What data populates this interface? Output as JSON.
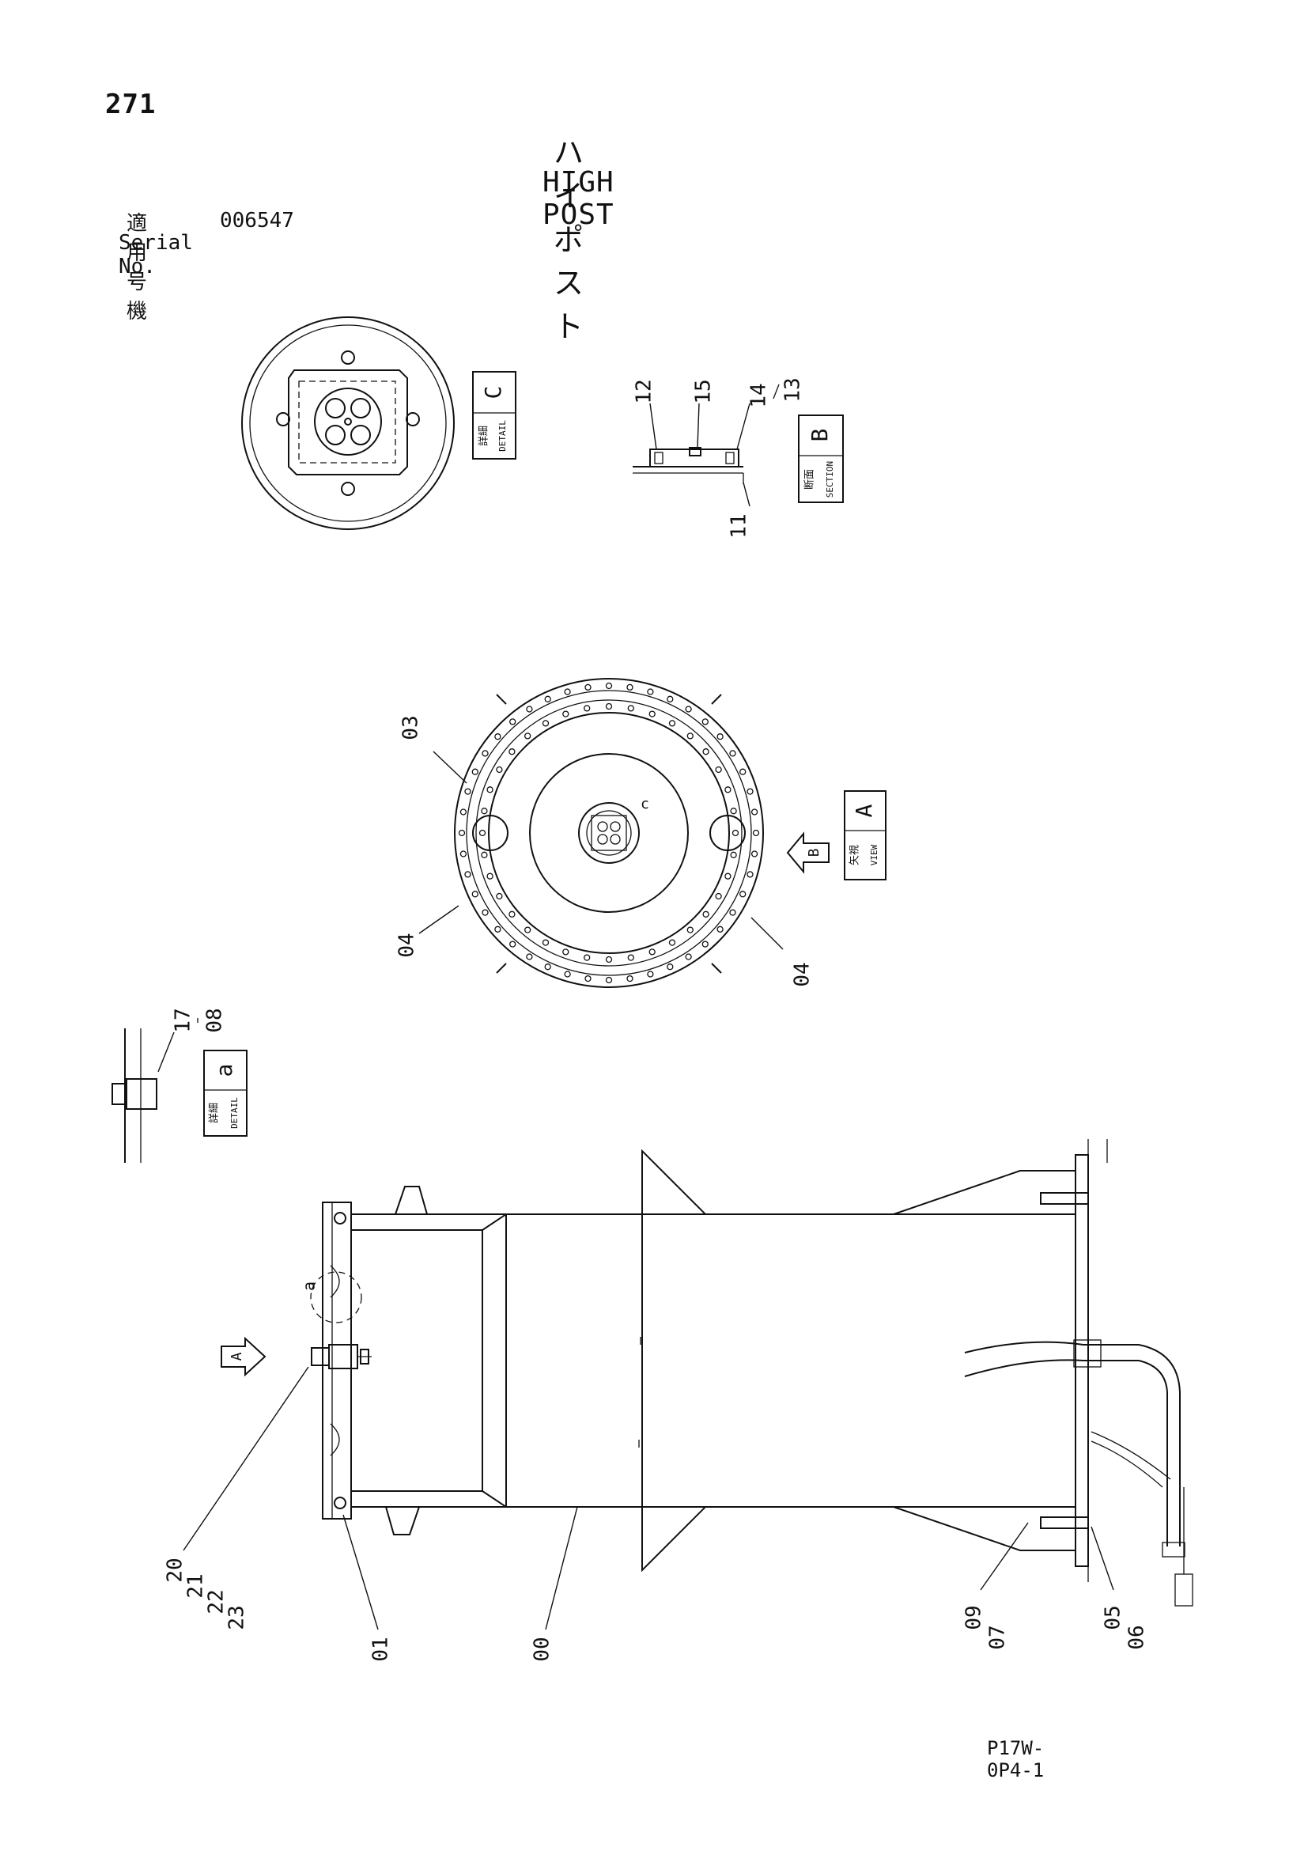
{
  "header": {
    "page_number": "271",
    "title_jp": "ハイポスト",
    "title_en": "HIGH POST",
    "serial_label_jp": "適用号機",
    "serial_value": "006547",
    "serial_label_en": "Serial No."
  },
  "views": {
    "detail_c": {
      "jp": "詳細",
      "en": "DETAIL",
      "letter": "C"
    },
    "section_b": {
      "jp": "断面",
      "en": "SECTION",
      "letter": "B"
    },
    "view_a": {
      "jp": "矢視",
      "en": "VIEW",
      "letter": "A"
    },
    "detail_a": {
      "jp": "詳細",
      "en": "DETAIL",
      "letter": "a"
    },
    "arrow_b": "B",
    "arrow_a": "A",
    "marker_c": "c",
    "marker_a": "a"
  },
  "part_callouts": {
    "section_b": [
      "12",
      "15",
      "14",
      "13",
      "11"
    ],
    "view_a": [
      "03",
      "04",
      "04"
    ],
    "detail_a": [
      "17",
      "08"
    ],
    "main": [
      "20",
      "21",
      "22",
      "23",
      "01",
      "00",
      "09",
      "07",
      "05",
      "06"
    ]
  },
  "footer": {
    "drawing_code": "P17W-0P4-1"
  }
}
